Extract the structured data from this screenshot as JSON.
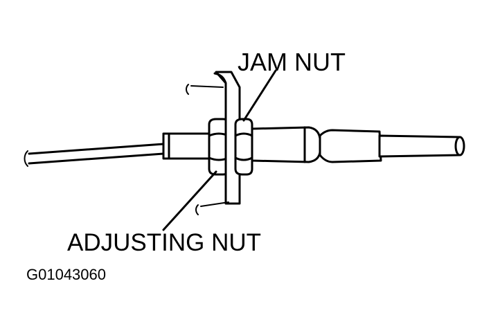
{
  "labels": {
    "jam_nut": "JAM NUT",
    "adjusting_nut": "ADJUSTING NUT",
    "figure_id": "G01043060"
  },
  "colors": {
    "line": "#000000",
    "background": "#ffffff"
  }
}
